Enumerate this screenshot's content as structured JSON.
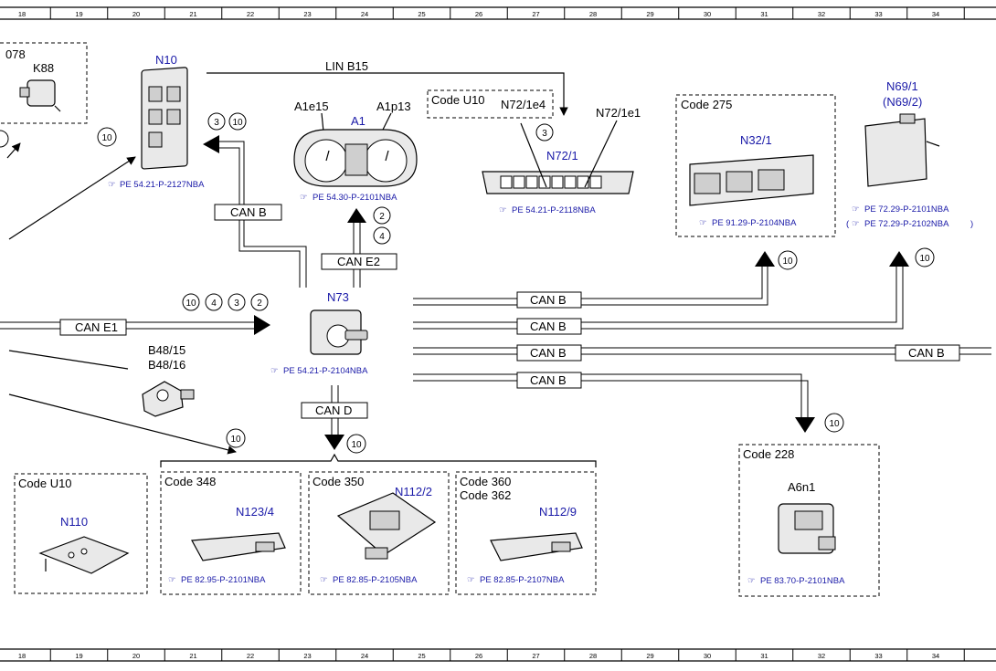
{
  "ruler": [
    "18",
    "19",
    "20",
    "21",
    "22",
    "23",
    "24",
    "25",
    "26",
    "27",
    "28",
    "29",
    "30",
    "31",
    "32",
    "33",
    "34"
  ],
  "components": {
    "k88": {
      "prefix": "078",
      "label": "K88"
    },
    "n10": {
      "label": "N10",
      "ref": "PE 54.21-P-2127NBA"
    },
    "a1": {
      "label": "A1",
      "left": "A1e15",
      "right": "A1p13",
      "ref": "PE 54.30-P-2101NBA"
    },
    "n72": {
      "code": "Code U10",
      "sub1": "N72/1e4",
      "sub2": "N72/1e1",
      "label": "N72/1",
      "ref": "PE 54.21-P-2118NBA"
    },
    "n32": {
      "code": "Code 275",
      "label": "N32/1",
      "ref": "PE 91.29-P-2104NBA"
    },
    "n69": {
      "label": "N69/1",
      "alt": "(N69/2)",
      "ref1": "PE 72.29-P-2101NBA",
      "ref2": "PE 72.29-P-2102NBA",
      "ref2_open": "(",
      "ref2_close": ")"
    },
    "n73": {
      "label": "N73",
      "ref": "PE 54.21-P-2104NBA"
    },
    "b48": {
      "l1": "B48/15",
      "l2": "B48/16"
    },
    "n110": {
      "code": "Code U10",
      "label": "N110"
    },
    "n123": {
      "code": "Code 348",
      "label": "N123/4",
      "ref": "PE 82.95-P-2101NBA"
    },
    "n1122": {
      "code": "Code 350",
      "label": "N112/2",
      "ref": "PE 82.85-P-2105NBA"
    },
    "n1129": {
      "code1": "Code 360",
      "code2": "Code 362",
      "label": "N112/9",
      "ref": "PE 82.85-P-2107NBA"
    },
    "a6": {
      "code": "Code 228",
      "label": "A6n1",
      "ref": "PE 83.70-P-2101NBA"
    }
  },
  "buses": {
    "lin": "LIN B15",
    "canb": "CAN B",
    "cane1": "CAN E1",
    "cane2": "CAN E2",
    "cand": "CAN D"
  },
  "markers": {
    "m10": "10",
    "m3": "3",
    "m4": "4",
    "m2": "2"
  }
}
